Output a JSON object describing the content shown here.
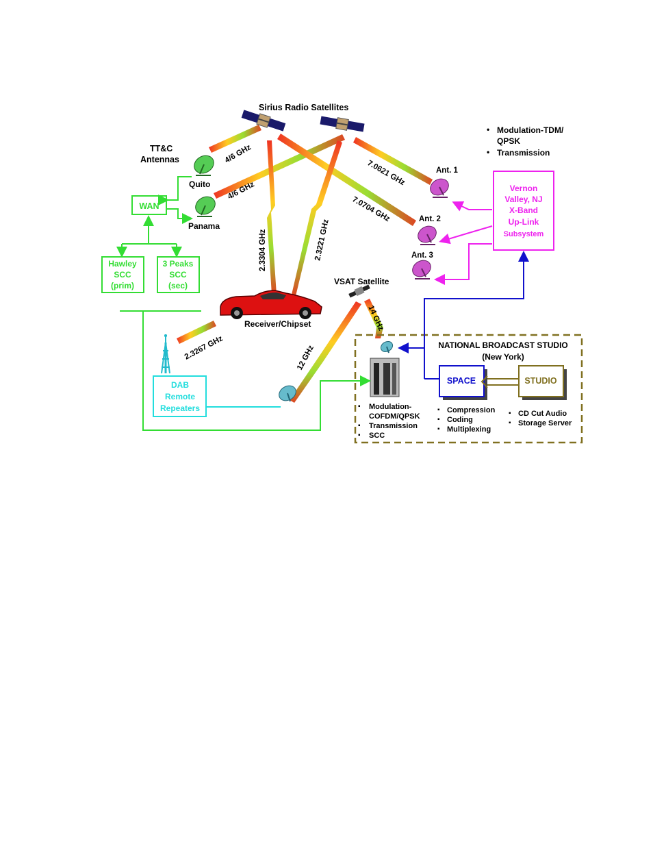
{
  "colors": {
    "green": "#33dd33",
    "magenta": "#ee22ee",
    "cyan": "#22dddd",
    "blue": "#1111cc",
    "olive": "#807020",
    "car": "#dd1111",
    "black": "#000000"
  },
  "icons": {
    "satellite": "satellite-icon",
    "dish": "dish-antenna-icon",
    "car": "car-icon",
    "tower": "tower-icon",
    "building": "building-icon"
  },
  "diagram": {
    "satellites_title": "Sirius Radio Satellites",
    "ttc_line1": "TT&C",
    "ttc_line2": "Antennas",
    "quito": "Quito",
    "panama": "Panama",
    "wan": "WAN",
    "hawley": [
      "Hawley",
      "SCC",
      "(prim)"
    ],
    "peaks": [
      "3 Peaks",
      "SCC",
      "(sec)"
    ],
    "receiver": "Receiver/Chipset",
    "vsat": "VSAT Satellite",
    "dab": [
      "DAB",
      "Remote",
      "Repeaters"
    ],
    "vernon": [
      "Vernon",
      "Valley, NJ",
      "X-Band",
      "Up-Link",
      "Subsystem"
    ],
    "ant1": "Ant. 1",
    "ant2": "Ant. 2",
    "ant3": "Ant. 3",
    "uplink_bullets": [
      "Modulation-TDM/",
      "QPSK",
      "Transmission"
    ],
    "studio_title": "NATIONAL BROADCAST STUDIO",
    "studio_subtitle": "(New York)",
    "space": "SPACE",
    "studio": "STUDIO",
    "building_bullets": [
      "Modulation-",
      "COFDM/QPSK",
      "Transmission",
      "SCC"
    ],
    "space_bullets": [
      "Compression",
      "Coding",
      "Multiplexing"
    ],
    "studio_bullets": [
      "CD Cut Audio",
      "Storage Server"
    ],
    "freq": {
      "f46a": "4/6 GHz",
      "f46b": "4/6 GHz",
      "f70621": "7.0621 GHz",
      "f70704": "7.0704 GHz",
      "f23304": "2.3304 GHz",
      "f23221": "2.3221 GHz",
      "f23267": "2.3267 GHz",
      "f12": "12 GHz",
      "f14": "14 GHz"
    }
  }
}
